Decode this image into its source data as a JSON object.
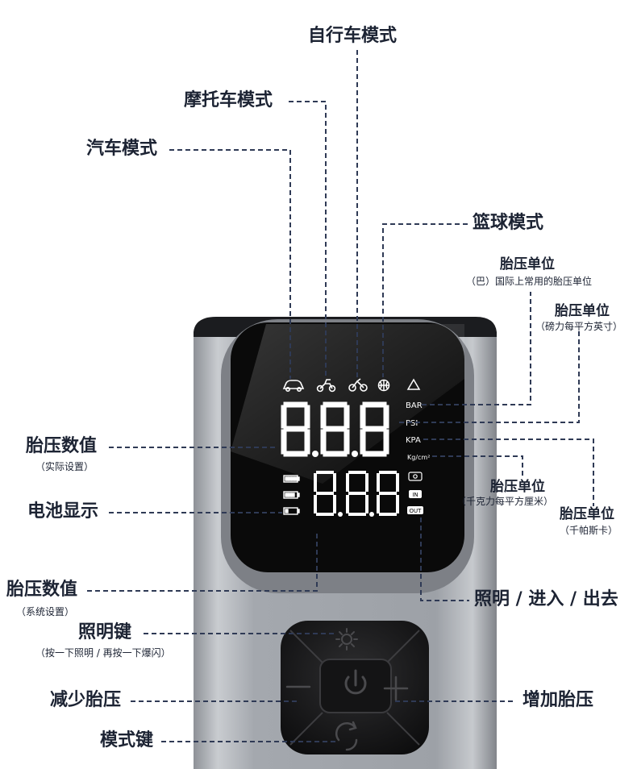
{
  "labels": {
    "bicycle_mode": "自行车模式",
    "motorcycle_mode": "摩托车模式",
    "car_mode": "汽车模式",
    "basketball_mode": "篮球模式",
    "unit_bar": "胎压单位",
    "unit_bar_note": "（巴）国际上常用的胎压单位",
    "unit_psi": "胎压单位",
    "unit_psi_note": "（磅力每平方英寸）",
    "pressure_actual": "胎压数值",
    "pressure_actual_note": "（实际设置）",
    "unit_kgcm2": "胎压单位",
    "unit_kgcm2_note": "（千克力每平方厘米）",
    "battery_display": "电池显示",
    "unit_kpa": "胎压单位",
    "unit_kpa_note": "（千帕斯卡）",
    "pressure_set": "胎压数值",
    "pressure_set_note": "（系统设置）",
    "light_in_out": "照明 / 进入 / 出去",
    "light_key": "照明键",
    "light_key_note": "（按一下照明 / 再按一下爆闪）",
    "decrease_pressure": "减少胎压",
    "increase_pressure": "增加胎压",
    "mode_key": "模式键"
  },
  "screen": {
    "upper_digits": "8.8.8",
    "lower_digits": "8.8.8",
    "unit_bar": "BAR",
    "unit_psi": "PSI",
    "unit_kpa": "KPA",
    "unit_kgcm2": "Kg/cm²",
    "in_label": "IN",
    "out_label": "OUT"
  },
  "colors": {
    "label_text": "#1c2333",
    "leader_line": "#2f3a55",
    "device_body": "#a9adb3",
    "screen_bg": "#0a0a0a",
    "lcd_white": "#ffffff"
  },
  "icons": [
    "car-icon",
    "motorcycle-icon",
    "bicycle-icon",
    "basketball-icon",
    "warning-icon",
    "battery-icon",
    "light-icon",
    "power-icon",
    "mode-icon",
    "minus-icon",
    "plus-icon"
  ]
}
